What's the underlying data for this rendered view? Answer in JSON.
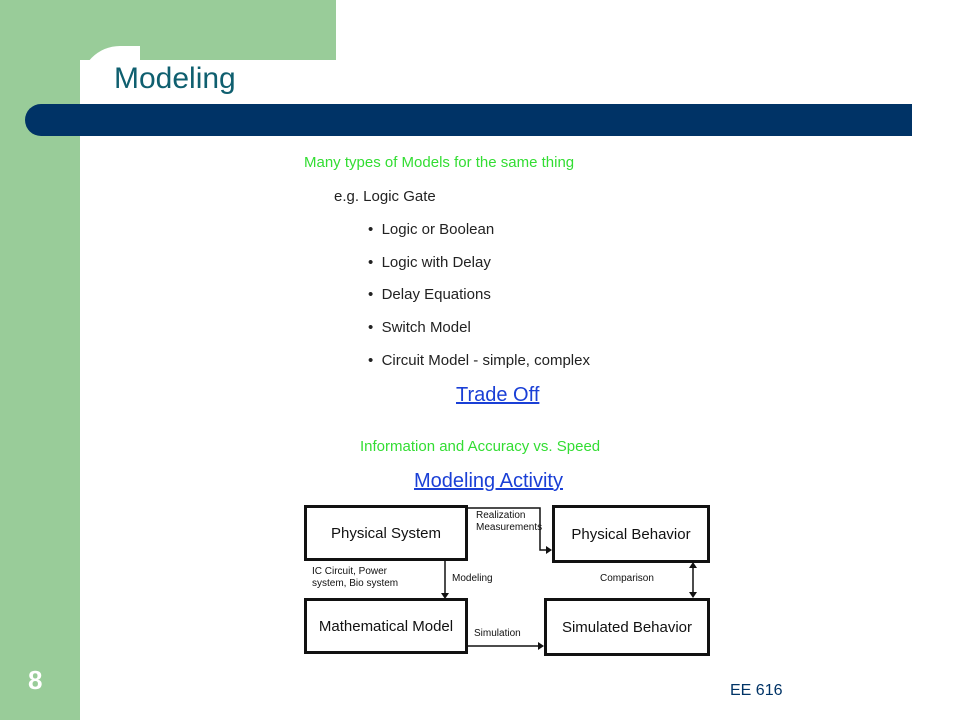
{
  "slide": {
    "title": "Modeling",
    "number": "8",
    "footer": "EE 616"
  },
  "content": {
    "headline": "Many types of Models for the same thing",
    "example": "e.g. Logic Gate",
    "bullets": [
      "Logic or Boolean",
      "Logic with Delay",
      "Delay Equations",
      "Switch Model",
      "Circuit Model - simple, complex"
    ],
    "tradeoff_link": "Trade Off ",
    "tradeoff_text": "Information and Accuracy vs. Speed",
    "activity_link": "Modeling Activity"
  },
  "diagram": {
    "boxes": {
      "physical_system": "Physical System",
      "physical_behavior": "Physical Behavior",
      "mathematical_model": "Mathematical Model",
      "simulated_behavior": "Simulated Behavior"
    },
    "labels": {
      "realization": "Realization",
      "measurements": "Measurements",
      "modeling": "Modeling",
      "comparison": "Comparison",
      "simulation": "Simulation",
      "example_line1": "IC Circuit, Power",
      "example_line2": "system, Bio system"
    }
  },
  "colors": {
    "side_band": "#99cc99",
    "title_bar": "#003366",
    "title_text": "#0f5f6f",
    "green_text": "#33dd33",
    "link_blue": "#1a3fd6"
  }
}
